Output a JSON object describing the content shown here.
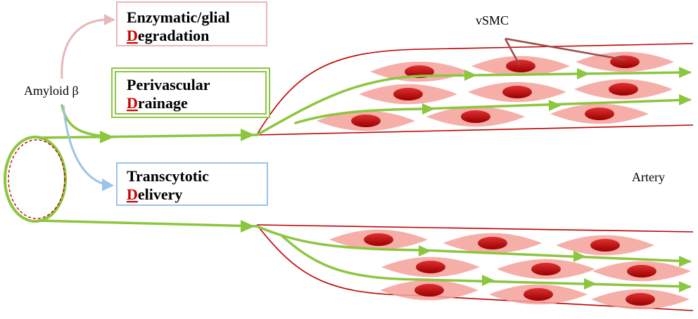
{
  "labels": {
    "amyloid": "Amyloid β",
    "vsmc": "vSMC",
    "artery": "Artery"
  },
  "pathways": {
    "degradation": {
      "line1": "Enzymatic/glial",
      "initial": "D",
      "rest": "egradation"
    },
    "drainage": {
      "line1": "Perivascular",
      "initial": "D",
      "rest": "rainage"
    },
    "delivery": {
      "line1": "Transcytotic",
      "initial": "D",
      "rest": "elivery"
    }
  },
  "colors": {
    "degradation": "#e6b8b8",
    "drainage": "#8cc63f",
    "delivery": "#9dc3e6",
    "vessel_wall": "#c00000",
    "cell_body": "#f4a09a",
    "nucleus": "#c00000",
    "initial_letter": "#cc0000",
    "annotation_line": "#a04848"
  },
  "flow": {
    "direction": "left-to-right"
  }
}
